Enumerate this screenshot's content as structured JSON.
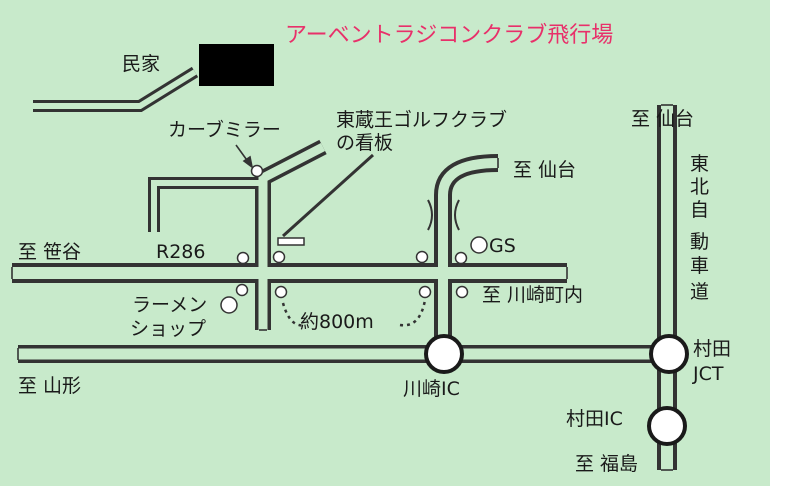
{
  "map": {
    "background_color": "#c8eacb",
    "road_fill": "#c8eacb",
    "road_edge": "#333333",
    "title": "アーベントラジコンクラブ飛行場",
    "title_color": "#e8306a",
    "labels": {
      "minka": "民家",
      "curve_mirror": "カーブミラー",
      "golf_sign_1": "東蔵王ゴルフクラブ",
      "golf_sign_2": "の看板",
      "to_sendai_1": "至 仙台",
      "to_sendai_2": "至 仙台",
      "expressway_v1": "東",
      "expressway_v2": "北",
      "expressway_v3": "自",
      "expressway_v4": "動",
      "expressway_v5": "車",
      "expressway_v6": "道",
      "to_sasaya": "至 笹谷",
      "route": "R286",
      "gas_station": "GS",
      "ramen_1": "ラーメン",
      "ramen_2": "ショップ",
      "to_kawasaki_town": "至 川崎町内",
      "distance": "約800m",
      "to_yamagata": "至 山形",
      "kawasaki_ic": "川崎IC",
      "murata_jct_1": "村田",
      "murata_jct_2": "JCT",
      "murata_ic": "村田IC",
      "to_fukushima": "至 福島"
    }
  }
}
